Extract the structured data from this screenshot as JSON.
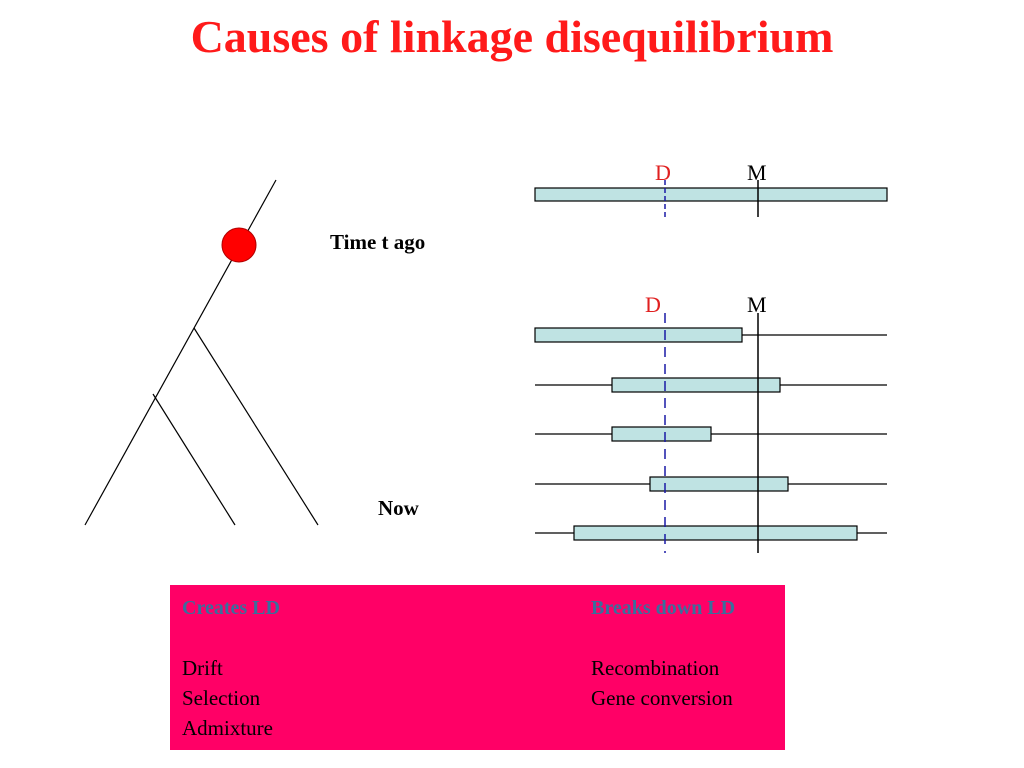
{
  "title": "Causes of linkage disequilibrium",
  "labels": {
    "time_ago": "Time t ago",
    "now": "Now",
    "d_marker": "D",
    "m_marker": "M"
  },
  "colors": {
    "title": "#ff1a1a",
    "ancestor_node": "#ff0000",
    "segment_fill": "#bfe3e3",
    "d_marker_line": "#1a1aa6",
    "d_label": "#e02020",
    "box_background": "#ff0066",
    "box_heading": "#3a6e9c"
  },
  "summary": {
    "creates": {
      "heading": "Creates LD",
      "items": [
        "Drift",
        "Selection",
        "Admixture"
      ]
    },
    "breaks": {
      "heading": "Breaks down LD",
      "items": [
        "Recombination",
        "Gene conversion"
      ]
    }
  }
}
